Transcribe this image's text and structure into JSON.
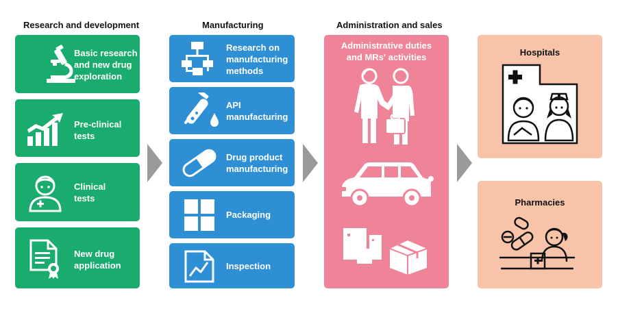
{
  "headings": {
    "rnd": "Research and development",
    "manufacturing": "Manufacturing",
    "admin": "Administration and sales"
  },
  "rnd_cards": [
    {
      "icon": "microscope-icon",
      "lines": [
        "Basic research",
        "and new drug",
        "exploration"
      ]
    },
    {
      "icon": "growth-chart-icon",
      "lines": [
        "Pre-clinical",
        "tests"
      ]
    },
    {
      "icon": "patient-icon",
      "lines": [
        "Clinical",
        "tests"
      ]
    },
    {
      "icon": "document-certificate-icon",
      "lines": [
        "New drug",
        "application"
      ]
    }
  ],
  "manufacturing_cards": [
    {
      "icon": "flowchart-icon",
      "lines": [
        "Research on",
        "manufacturing",
        "methods"
      ]
    },
    {
      "icon": "test-tube-icon",
      "lines": [
        "API",
        "manufacturing"
      ]
    },
    {
      "icon": "capsule-icon",
      "lines": [
        "Drug product",
        "manufacturing"
      ]
    },
    {
      "icon": "packaging-grid-icon",
      "lines": [
        "Packaging"
      ]
    },
    {
      "icon": "inspection-chart-icon",
      "lines": [
        "Inspection"
      ]
    }
  ],
  "admin_card": {
    "lines": [
      "Administrative duties",
      "and MRs' activities"
    ],
    "icons": [
      "handshake-icon",
      "car-icon",
      "boxes-icon"
    ]
  },
  "destinations": [
    {
      "label": "Hospitals",
      "icon": "hospital-icon"
    },
    {
      "label": "Pharmacies",
      "icon": "pharmacy-icon"
    }
  ],
  "colors": {
    "rnd": "#1aab6e",
    "manufacturing": "#2f8fd4",
    "admin": "#ef8499",
    "destination": "#f7c4a9",
    "arrow": "#9a9a9a"
  }
}
